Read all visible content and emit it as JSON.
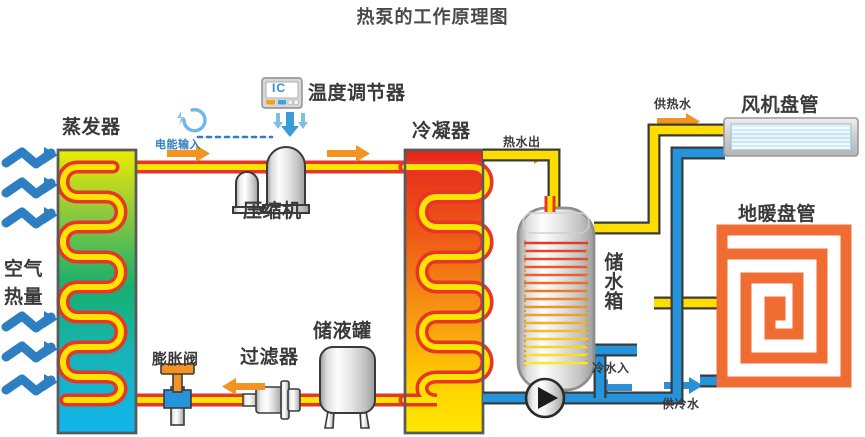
{
  "page": {
    "title": "热泵的工作原理图",
    "background": "#ffffff"
  },
  "labels": {
    "evaporator": "蒸发器",
    "air_heat": "空气\n热量",
    "air_heat_line1": "空气",
    "air_heat_line2": "热量",
    "expansion_valve": "膨胀阀",
    "filter": "过滤器",
    "liquid_receiver": "储液罐",
    "compressor": "压缩机",
    "thermostat": "温度调节器",
    "thermostat_screen": "IC",
    "power_input": "电能输入",
    "condenser": "冷凝器",
    "hot_water_out": "热水出",
    "water_tank": "储水箱",
    "cold_water_in": "冷水入",
    "hot_water_supply": "供热水",
    "cold_water_supply": "供冷水",
    "fan_coil": "风机盘管",
    "floor_heating_coil": "地暖盘管"
  },
  "colors": {
    "refrigerant_outer": "#e8352a",
    "refrigerant_inner": "#ffe400",
    "arrow_orange": "#f39320",
    "arrow_blue": "#2d8fd5",
    "pipe_yellow": "#ffdd00",
    "pipe_blue": "#2494dd",
    "pipe_outline": "#3b3b3b",
    "evaporator_top": "#e8e800",
    "evaporator_mid": "#14b46e",
    "evaporator_bottom": "#13b2ea",
    "condenser_top": "#e8261e",
    "condenser_mid": "#f07d1a",
    "condenser_bottom": "#ffe800",
    "floor_coil": "#ef6c33",
    "fan_coil_fill": "#cfe9f7",
    "metal_light": "#f2f2f2",
    "metal_dark": "#b9b9b9",
    "text": "#3a3a3a",
    "title_text": "#4a4a4a",
    "blue_text": "#2e7fc4"
  },
  "components": [
    {
      "name": "evaporator",
      "label": "蒸发器",
      "type": "heat-exchanger"
    },
    {
      "name": "expansion-valve",
      "label": "膨胀阀",
      "type": "valve"
    },
    {
      "name": "filter",
      "label": "过滤器",
      "type": "inline-device"
    },
    {
      "name": "liquid-receiver",
      "label": "储液罐",
      "type": "tank"
    },
    {
      "name": "compressor",
      "label": "压缩机",
      "type": "compressor"
    },
    {
      "name": "thermostat",
      "label": "温度调节器",
      "type": "controller"
    },
    {
      "name": "condenser",
      "label": "冷凝器",
      "type": "heat-exchanger"
    },
    {
      "name": "water-tank",
      "label": "储水箱",
      "type": "storage-tank"
    },
    {
      "name": "circulation-pump",
      "label": "",
      "type": "pump"
    },
    {
      "name": "fan-coil-unit",
      "label": "风机盘管",
      "type": "terminal"
    },
    {
      "name": "floor-heating-coil",
      "label": "地暖盘管",
      "type": "terminal"
    }
  ],
  "flow_arrows": [
    {
      "name": "arrow-evaporator-to-compressor",
      "direction": "right",
      "color": "#f39320"
    },
    {
      "name": "arrow-compressor-to-condenser",
      "direction": "right",
      "color": "#f39320"
    },
    {
      "name": "arrow-return-to-expansion-valve",
      "direction": "left",
      "color": "#f39320"
    },
    {
      "name": "arrow-hot-water-out",
      "direction": "right",
      "color": "#f39320"
    },
    {
      "name": "arrow-hot-water-supply",
      "direction": "right",
      "color": "#f39320"
    },
    {
      "name": "arrow-cold-water-in",
      "direction": "left",
      "color": "#2d8fd5"
    },
    {
      "name": "arrow-cold-water-supply",
      "direction": "right",
      "color": "#2d8fd5"
    },
    {
      "name": "arrow-thermostat-down",
      "direction": "down",
      "color": "#2d8fd5"
    },
    {
      "name": "air-heat-arrows",
      "direction": "right",
      "color": "#2d7fc1",
      "count": 6
    }
  ]
}
